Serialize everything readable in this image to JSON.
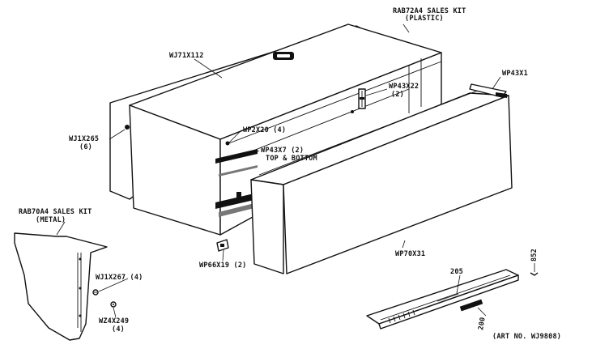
{
  "labels": {
    "rab72a4_kit": "RAB72A4 SALES KIT",
    "rab72a4_kit_sub": "(PLASTIC)",
    "wj71x112": "WJ71X112",
    "wp43x1": "WP43X1",
    "wp43x22": "WP43X22",
    "wp43x22_qty": "(2)",
    "wj1x265": "WJ1X265",
    "wj1x265_qty": "(6)",
    "wp2x20": "WP2X20 (4)",
    "wp43x7": "WP43X7 (2)",
    "wp43x7_sub": "TOP & BOTTOM",
    "rab70a4_kit": "RAB70A4 SALES KIT",
    "rab70a4_kit_sub": "(METAL)",
    "wp70x31": "WP70X31",
    "wp66x19": "WP66X19 (2)",
    "wj1x267": "WJ1X267 (4)",
    "wz4x249": "WZ4X249",
    "wz4x249_qty": "(4)",
    "ref852": "852",
    "ref205": "205",
    "ref200": "200",
    "art_no": "(ART NO. WJ9808)"
  },
  "colors": {
    "ink": "#111111",
    "paper": "#ffffff"
  }
}
